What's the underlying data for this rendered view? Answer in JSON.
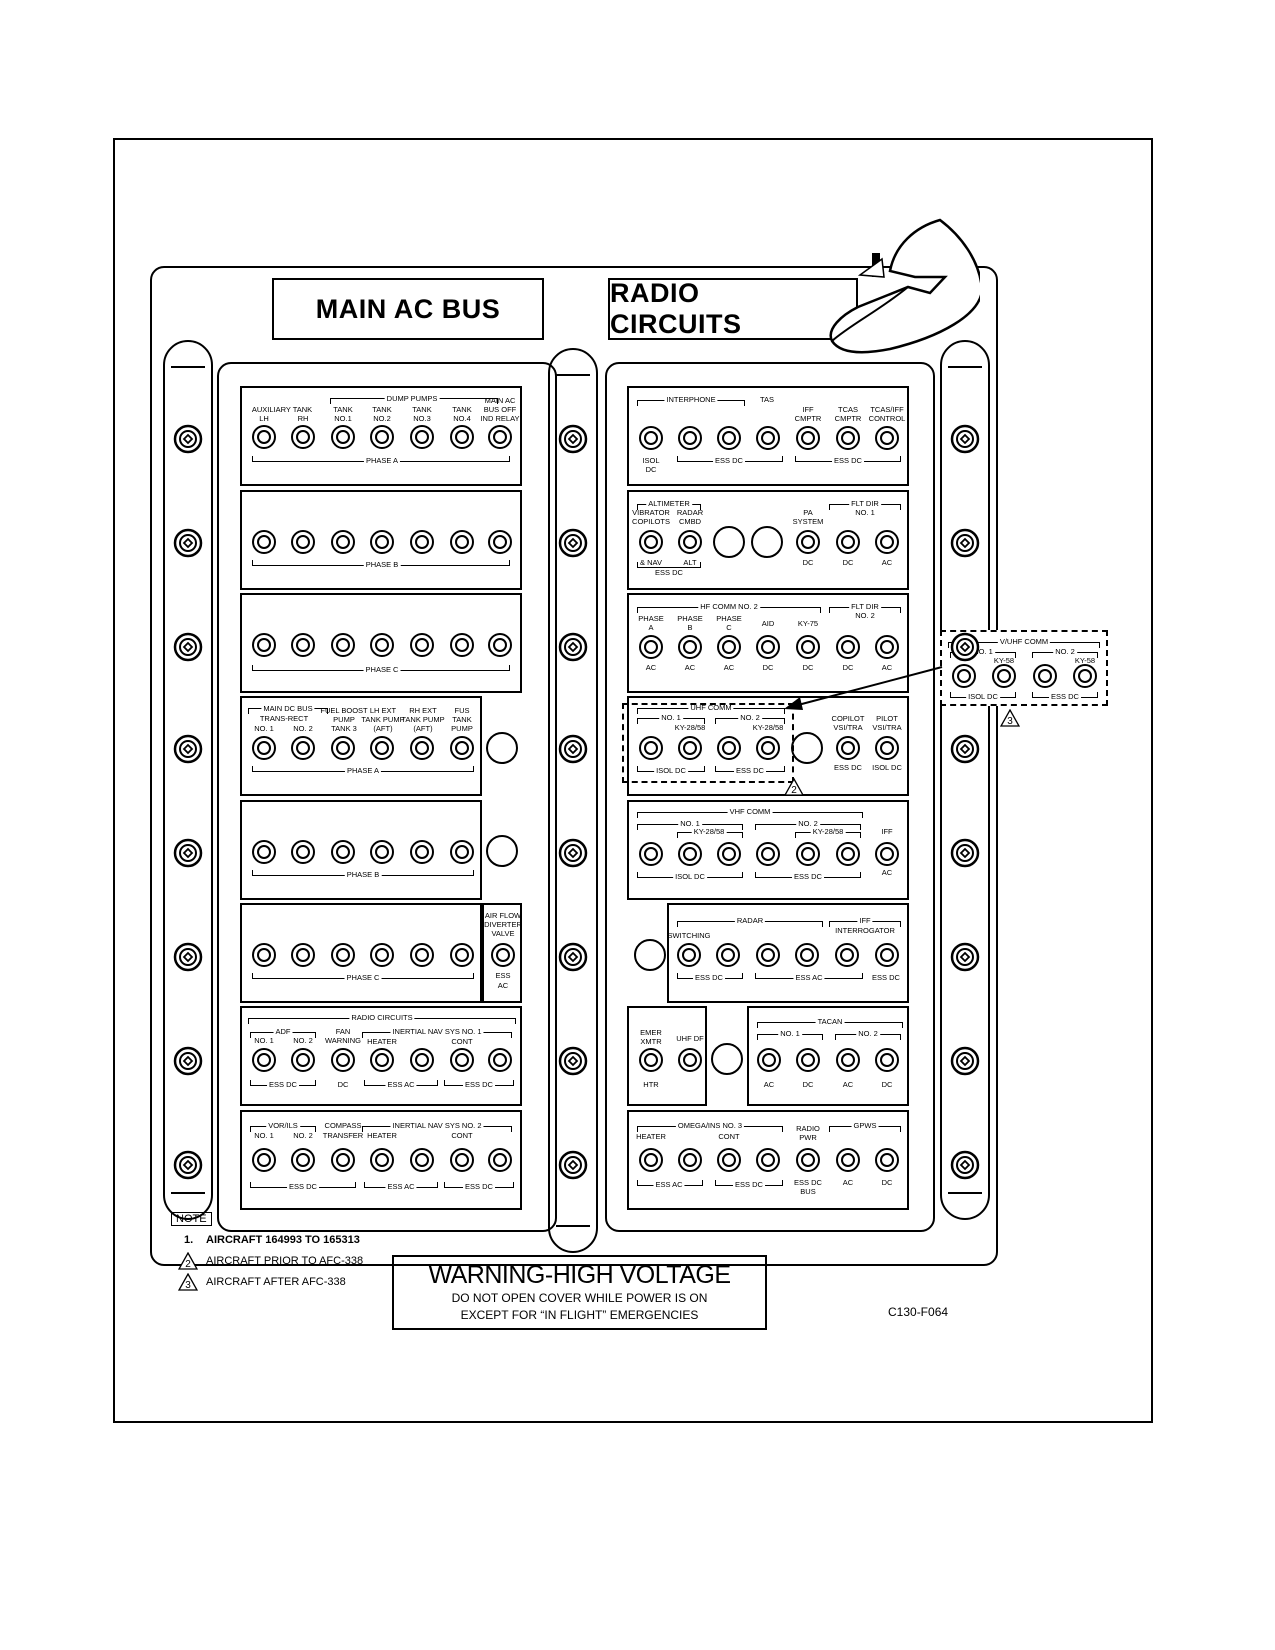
{
  "titles": {
    "main_ac": "MAIN AC BUS",
    "radio": "RADIO CIRCUITS",
    "figure_id": "C130-F064"
  },
  "warning": {
    "title": "WARNING-HIGH VOLTAGE",
    "line1": "DO NOT OPEN COVER WHILE POWER IS ON",
    "line2": "EXCEPT FOR “IN FLIGHT” EMERGENCIES"
  },
  "notes": {
    "heading": "NOTE",
    "n1_num": "1.",
    "n1": "AIRCRAFT 164993 TO 165313",
    "n2_num": "2",
    "n2": "AIRCRAFT PRIOR TO AFC-338",
    "n3_num": "3",
    "n3": "AIRCRAFT AFTER AFC-338"
  },
  "left": {
    "r1": {
      "dump_pumps": "DUMP PUMPS",
      "aux_tank": "AUXILIARY TANK",
      "lh": "LH",
      "rh": "RH",
      "tank": "TANK",
      "no1": "NO.1",
      "no2": "NO.2",
      "no3": "NO.3",
      "no4": "NO.4",
      "main_ac": "MAIN AC",
      "bus_off": "BUS OFF",
      "ind_relay": "IND RELAY",
      "phase": "PHASE A"
    },
    "r2": {
      "phase": "PHASE B"
    },
    "r3": {
      "phase": "PHASE C"
    },
    "r4": {
      "main_dc": "MAIN DC BUS",
      "trans_rect": "TRANS-RECT",
      "no1": "NO. 1",
      "no2": "NO. 2",
      "fuel_boost": "FUEL BOOST",
      "pump": "PUMP",
      "tank3": "TANK 3",
      "lh_ext": "LH EXT",
      "tank_pump": "TANK PUMP",
      "aft": "(AFT)",
      "rh_ext": "RH EXT",
      "fus": "FUS",
      "tank": "TANK",
      "pump2": "PUMP",
      "phase": "PHASE A"
    },
    "r5": {
      "phase": "PHASE B"
    },
    "r6": {
      "phase": "PHASE C",
      "air_flow": "AIR FLOW",
      "diverter": "DIVERTER",
      "valve": "VALVE",
      "ess": "ESS",
      "ac": "AC"
    },
    "r7": {
      "radio_circuits": "RADIO CIRCUITS",
      "adf": "ADF",
      "no1": "NO. 1",
      "no2": "NO. 2",
      "fan": "FAN",
      "warning": "WARNING",
      "ins": "INERTIAL NAV SYS NO. 1",
      "heater": "HEATER",
      "cont": "CONT",
      "ess_dc": "ESS DC",
      "dc": "DC",
      "ess_ac": "ESS AC"
    },
    "r8": {
      "vor": "VOR/ILS",
      "no1": "NO. 1",
      "no2": "NO. 2",
      "compass": "COMPASS",
      "transfer": "TRANSFER",
      "ins": "INERTIAL NAV SYS NO. 2",
      "heater": "HEATER",
      "cont": "CONT",
      "ess_dc": "ESS DC",
      "ess_ac": "ESS AC"
    }
  },
  "right": {
    "r1": {
      "interphone": "INTERPHONE",
      "tas": "TAS",
      "iff": "IFF",
      "cmptr": "CMPTR",
      "tcas": "TCAS",
      "tcas_iff": "TCAS/IFF",
      "control": "CONTROL",
      "isol": "ISOL",
      "dc": "DC",
      "ess_dc": "ESS DC"
    },
    "r2": {
      "altimeter": "ALTIMETER",
      "vibrator": "VIBRATOR",
      "copilots": "COPILOTS",
      "radar": "RADAR",
      "cmbd": "CMBD",
      "nav": "& NAV",
      "alt": "ALT",
      "ess_dc": "ESS DC",
      "pa": "PA",
      "system": "SYSTEM",
      "flt_dir": "FLT DIR",
      "no1": "NO. 1",
      "dc": "DC",
      "ac": "AC"
    },
    "r3": {
      "hf_comm": "HF COMM NO. 2",
      "phase": "PHASE",
      "a": "A",
      "b": "B",
      "c": "C",
      "aid": "AID",
      "ky75": "KY-75",
      "flt_dir": "FLT DIR",
      "no2": "NO. 2",
      "ac": "AC",
      "dc": "DC"
    },
    "r4": {
      "uhf_comm": "UHF COMM",
      "no1": "NO. 1",
      "no2": "NO. 2",
      "ky": "KY-28/58",
      "copilot": "COPILOT",
      "pilot": "PILOT",
      "vsi": "VSI/TRA",
      "isol_dc": "ISOL DC",
      "ess_dc": "ESS DC"
    },
    "r5": {
      "vhf_comm": "VHF COMM",
      "no1": "NO. 1",
      "no2": "NO. 2",
      "ky": "KY-28/58",
      "iff": "IFF",
      "isol_dc": "ISOL DC",
      "ess_dc": "ESS DC",
      "ac": "AC"
    },
    "r6": {
      "radar": "RADAR",
      "switching": "SWITCHING",
      "iff": "IFF",
      "interrogator": "INTERROGATOR",
      "ess_dc": "ESS DC",
      "ess_ac": "ESS AC"
    },
    "r7": {
      "emer": "EMER",
      "xmtr": "XMTR",
      "htr": "HTR",
      "uhf_df": "UHF DF",
      "tacan": "TACAN",
      "no1": "NO. 1",
      "no2": "NO. 2",
      "ac": "AC",
      "dc": "DC"
    },
    "r8": {
      "omega": "OMEGA/INS NO. 3",
      "heater": "HEATER",
      "cont": "CONT",
      "radio": "RADIO",
      "pwr": "PWR",
      "gpws": "GPWS",
      "ess_ac": "ESS AC",
      "ess_dc": "ESS DC",
      "ess_dc_bus": "ESS DC",
      "bus": "BUS",
      "ac": "AC",
      "dc": "DC"
    }
  },
  "inset": {
    "title": "V/UHF COMM",
    "no1": "NO. 1",
    "no2": "NO. 2",
    "ky": "KY-58",
    "isol_dc": "ISOL DC",
    "ess_dc": "ESS DC"
  },
  "markers": {
    "two": "2",
    "three": "3"
  }
}
